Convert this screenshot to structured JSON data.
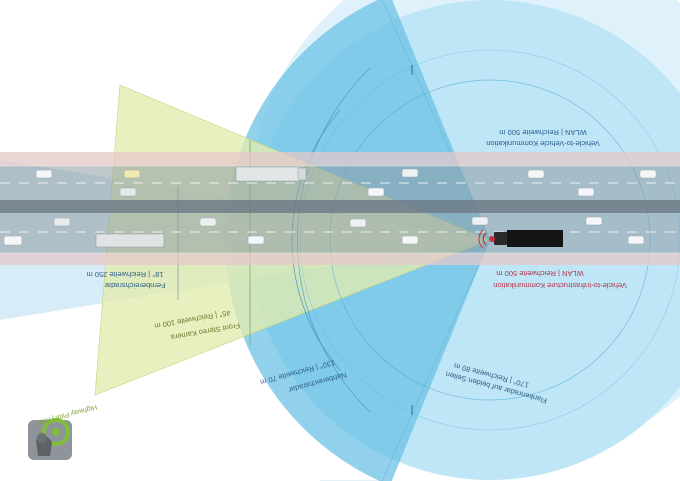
{
  "colors": {
    "v2v": "#2a5f8f",
    "v2i": "#b5364b",
    "label": "#2f5f86",
    "label_green": "#6d7a2e",
    "highway_pilot": "#7fa533",
    "cone_near_fill": "#2aa3d6",
    "cone_side_fill": "#bfe6f6",
    "cone_front_fill": "#e3ecae",
    "road_asphalt": "#8e9aa3",
    "road_edge": "#e4c8c8"
  },
  "sensors": {
    "v2v": "Vehicle-to-Vehicle Kommunikation",
    "v2v_range": "WLAN | Reichweite 500 m",
    "v2i": "Vehicle-to-Infrastructure Kommunikation",
    "v2i_range": "WLAN | Reichweite 500 m",
    "far_range": "Fernbereichsradar",
    "far_range_spec": "18° | Reichweite 250 m",
    "stereo": "Front Stereo Kamera",
    "stereo_spec": "45° | Reichweite 100 m",
    "near_range": "Nahbereichsradar",
    "near_range_spec": "130° | Reichweite 70 m",
    "flank": "Flankenradar auf beiden Seiten",
    "flank_spec": "170° | Reichweite 80 m"
  },
  "badge": {
    "label": "Highway Pilot | Aktiv",
    "icon": "steering-wheel-icon"
  }
}
